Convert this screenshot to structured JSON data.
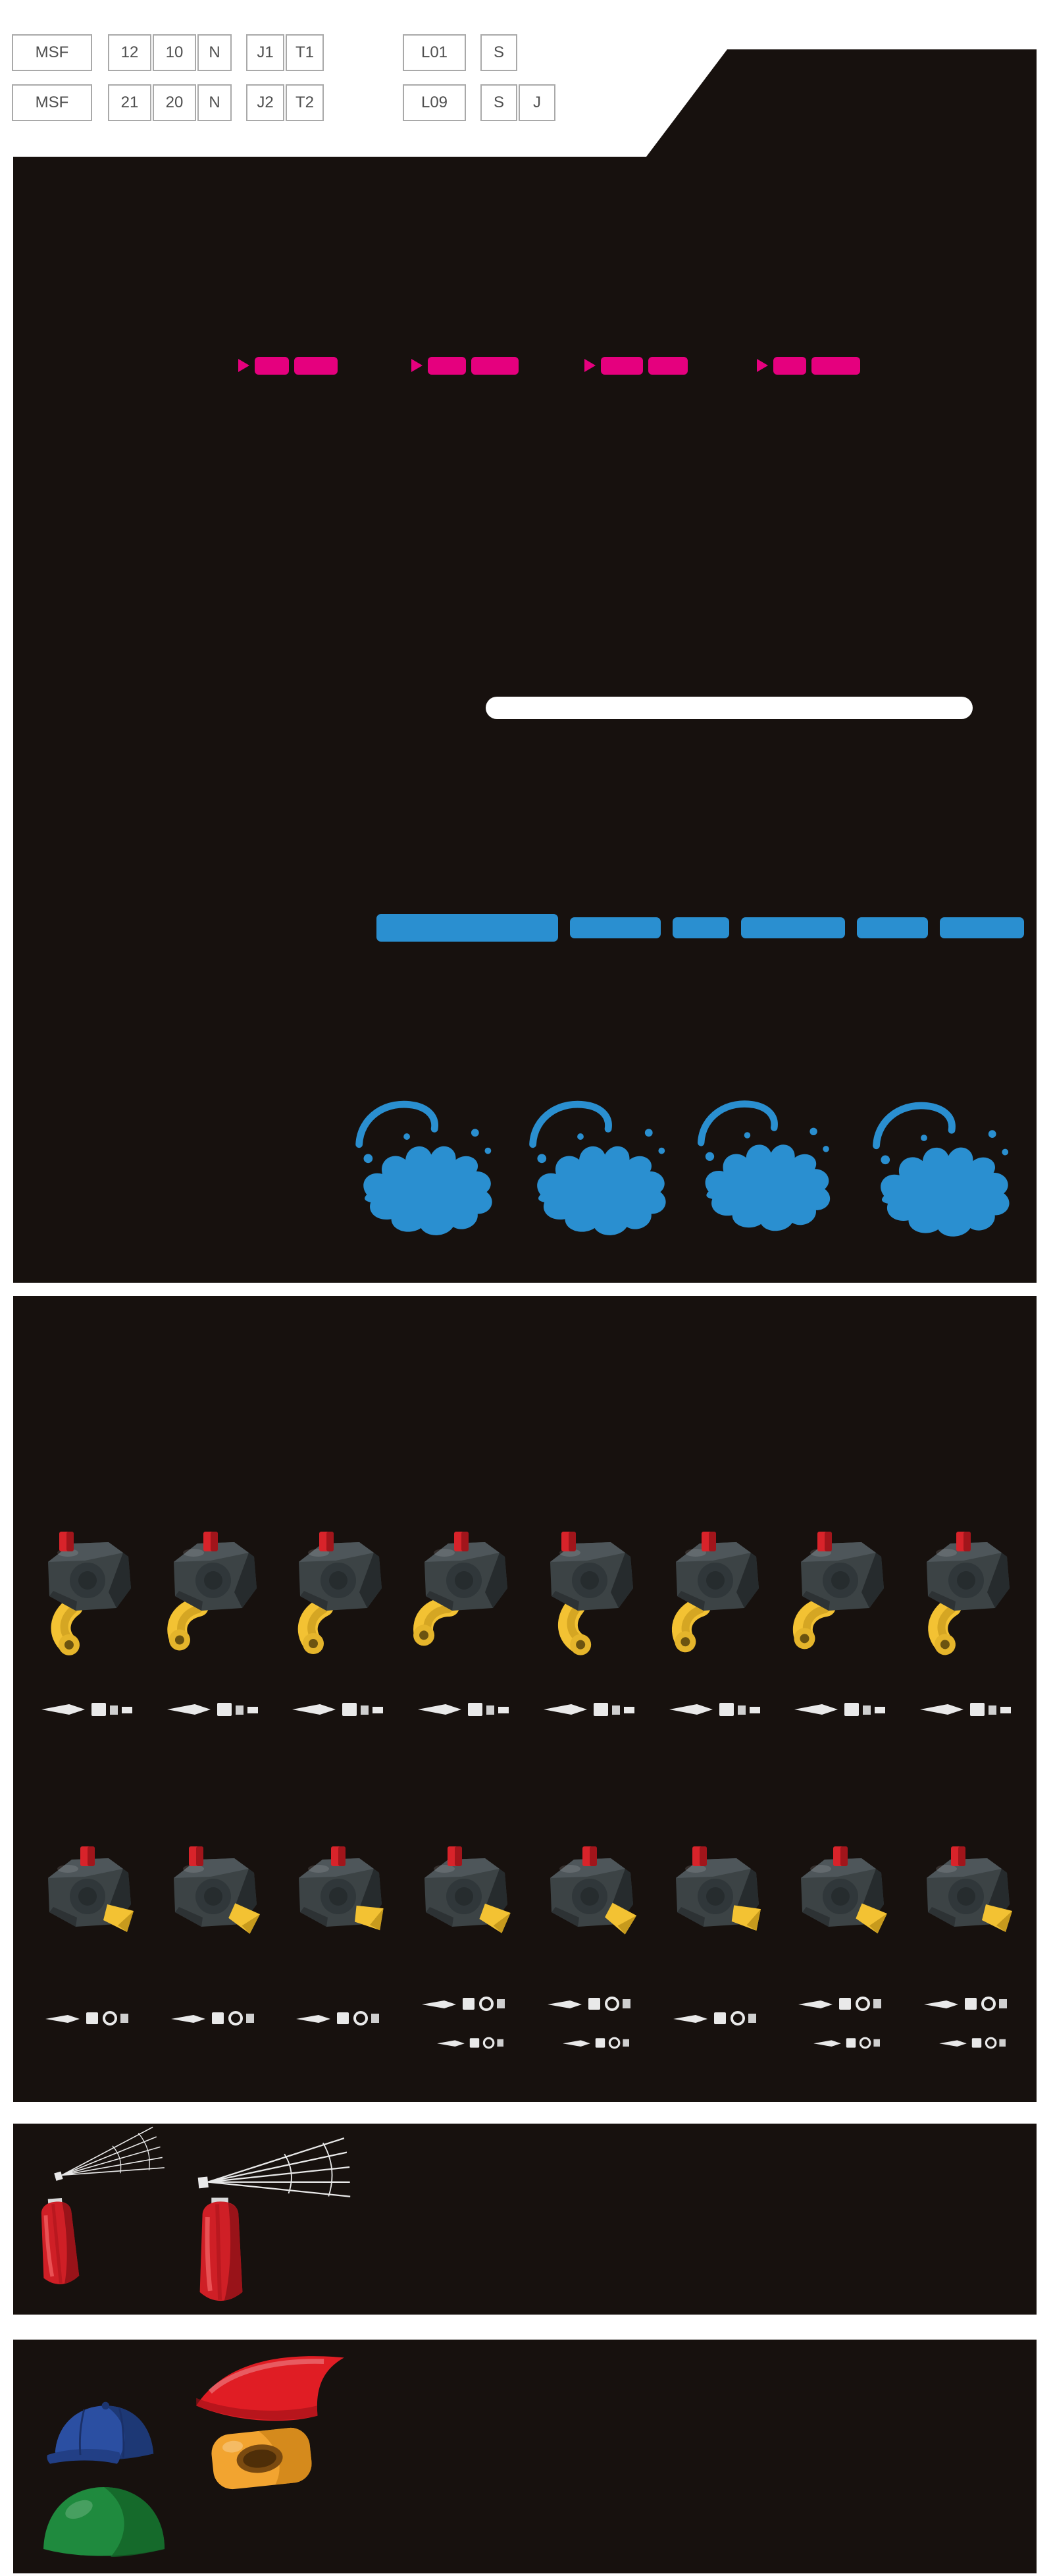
{
  "colors": {
    "panel_bg": "#17110e",
    "magenta": "#e5007e",
    "blue": "#2a8fd0",
    "yellow": "#f3c233",
    "red_accent": "#d8232a",
    "red_nozzle": "#cf1f26",
    "nozzle_gray": "#3c4345",
    "part_white": "#e9e9e9",
    "cap_blue": "#2b4fa2",
    "cap_green": "#1f8a3e",
    "cap_orange": "#f2a430",
    "cover_red": "#e01d24",
    "table_border": "#a9a9a9",
    "table_text": "#4f4f4f"
  },
  "code_table": {
    "rows": [
      {
        "cells": [
          "MSF",
          "12",
          "10",
          "N",
          "J1",
          "T1",
          "L01",
          "S"
        ]
      },
      {
        "cells": [
          "MSF",
          "21",
          "20",
          "N",
          "J2",
          "T2",
          "L09",
          "S",
          "J"
        ]
      }
    ]
  },
  "hero_panel": {
    "feature_items": 4,
    "splash_icons": 4
  },
  "product_panel": {
    "top_row_count": 8,
    "bottom_row_count": 8
  },
  "spray_panel": {
    "red_nozzle_count": 2,
    "spray_pattern_count": 2
  },
  "caps_panel": {
    "cap_colors": [
      "blue",
      "green",
      "red",
      "orange"
    ]
  }
}
